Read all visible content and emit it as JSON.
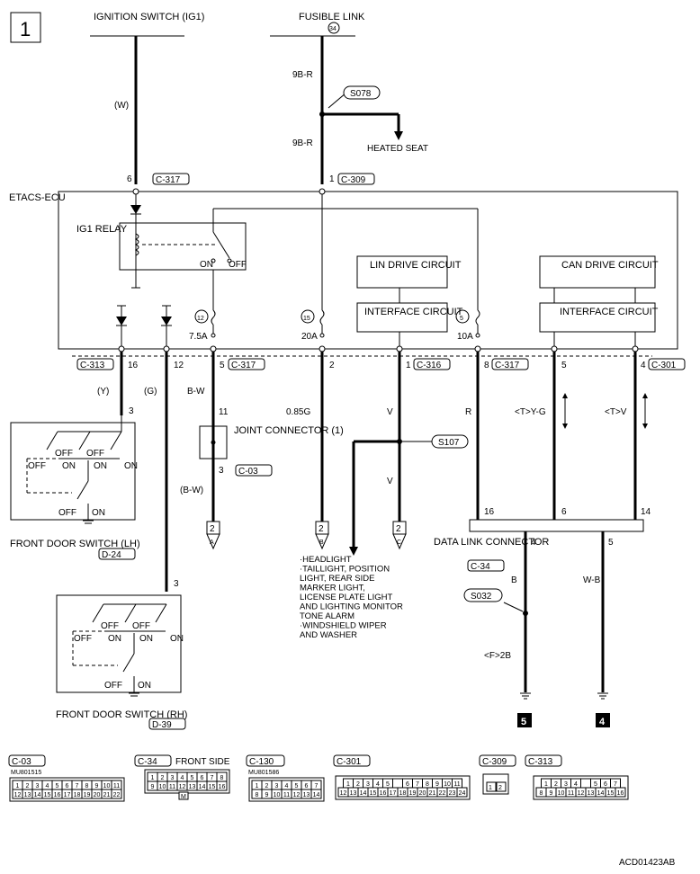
{
  "page": {
    "number": "1",
    "figure_id": "ACD01423AB"
  },
  "sources": {
    "ignition_switch": "IGNITION SWITCH (IG1)",
    "fusible_link": "FUSIBLE LINK",
    "fusible_link_num": "34"
  },
  "ecu": {
    "label": "ETACS-ECU",
    "ig1_relay": "IG1 RELAY",
    "relay_on": "ON",
    "relay_off": "OFF",
    "lin_drive": "LIN DRIVE CIRCUIT",
    "interface": "INTERFACE CIRCUIT",
    "can_drive": "CAN DRIVE CIRCUIT"
  },
  "wires": {
    "w": "(W)",
    "nine_br": "9B-R",
    "y": "(Y)",
    "g": "(G)",
    "bw": "B-W",
    "bw_paren": "(B-W)",
    "g085": "0.85G",
    "v": "V",
    "r": "R",
    "tyg": "<T>Y-G",
    "tv": "<T>V",
    "b": "B",
    "wb": "W-B",
    "f2b": "<F>2B"
  },
  "splices": {
    "s078": "S078",
    "s107": "S107",
    "s032": "S032"
  },
  "fuses": {
    "f12": "12",
    "f12_rating": "7.5A",
    "f15": "15",
    "f15_rating": "20A",
    "f5": "5",
    "f5_rating": "10A"
  },
  "connectors": {
    "c317": "C-317",
    "c309": "C-309",
    "c313": "C-313",
    "c316": "C-316",
    "c301": "C-301",
    "c03": "C-03",
    "c34": "C-34",
    "c130": "C-130",
    "d24": "D-24",
    "d39": "D-39"
  },
  "pins": {
    "p6": "6",
    "p1": "1",
    "p16": "16",
    "p12": "12",
    "p5": "5",
    "p2": "2",
    "p8": "8",
    "p4": "4",
    "p3": "3",
    "p11": "11",
    "p14": "14"
  },
  "labels": {
    "heated_seat": "HEATED SEAT",
    "joint_connector": "JOINT CONNECTOR (1)",
    "data_link": "DATA LINK CONNECTOR",
    "fds_lh": "FRONT DOOR SWITCH (LH)",
    "fds_rh": "FRONT DOOR SWITCH (RH)",
    "on": "ON",
    "off": "OFF",
    "front_side": "FRONT SIDE",
    "part_mu801515": "MU801515",
    "part_mu801586": "MU801586",
    "conn_m": "M"
  },
  "destinations": {
    "headlight_list": [
      "·HEADLIGHT",
      "·TAILLIGHT, POSITION",
      "LIGHT, REAR SIDE",
      "MARKER LIGHT,",
      "LICENSE PLATE LIGHT",
      "AND LIGHTING MONITOR",
      "TONE ALARM",
      "·WINDSHIELD WIPER",
      "AND WASHER"
    ],
    "arrows": [
      {
        "page": "2",
        "letter": "A"
      },
      {
        "page": "2",
        "letter": "B"
      },
      {
        "page": "2",
        "letter": "C"
      }
    ],
    "ground_5": "5",
    "ground_4": "4"
  },
  "connector_faces": {
    "c03_rows": [
      [
        "1",
        "2",
        "3",
        "4",
        "5",
        "6",
        "7",
        "8",
        "9",
        "10",
        "11"
      ],
      [
        "12",
        "13",
        "14",
        "15",
        "16",
        "17",
        "18",
        "19",
        "20",
        "21",
        "22"
      ]
    ],
    "c34_rows": [
      [
        "1",
        "2",
        "3",
        "4",
        "5",
        "6",
        "7",
        "8"
      ],
      [
        "9",
        "10",
        "11",
        "12",
        "13",
        "14",
        "15",
        "16"
      ]
    ],
    "c130_rows": [
      [
        "1",
        "2",
        "3",
        "4",
        "5",
        "6",
        "7"
      ],
      [
        "8",
        "9",
        "10",
        "11",
        "12",
        "13",
        "14"
      ]
    ],
    "c301_rows": [
      [
        "1",
        "2",
        "3",
        "4",
        "5",
        "",
        "6",
        "7",
        "8",
        "9",
        "10",
        "11"
      ],
      [
        "12",
        "13",
        "14",
        "15",
        "16",
        "17",
        "18",
        "19",
        "20",
        "21",
        "22",
        "23",
        "24"
      ]
    ],
    "c309_pins": [
      "1",
      "2"
    ],
    "c313_rows": [
      [
        "1",
        "2",
        "3",
        "4",
        "",
        "5",
        "6",
        "7"
      ],
      [
        "8",
        "9",
        "10",
        "11",
        "12",
        "13",
        "14",
        "15",
        "16"
      ]
    ]
  }
}
